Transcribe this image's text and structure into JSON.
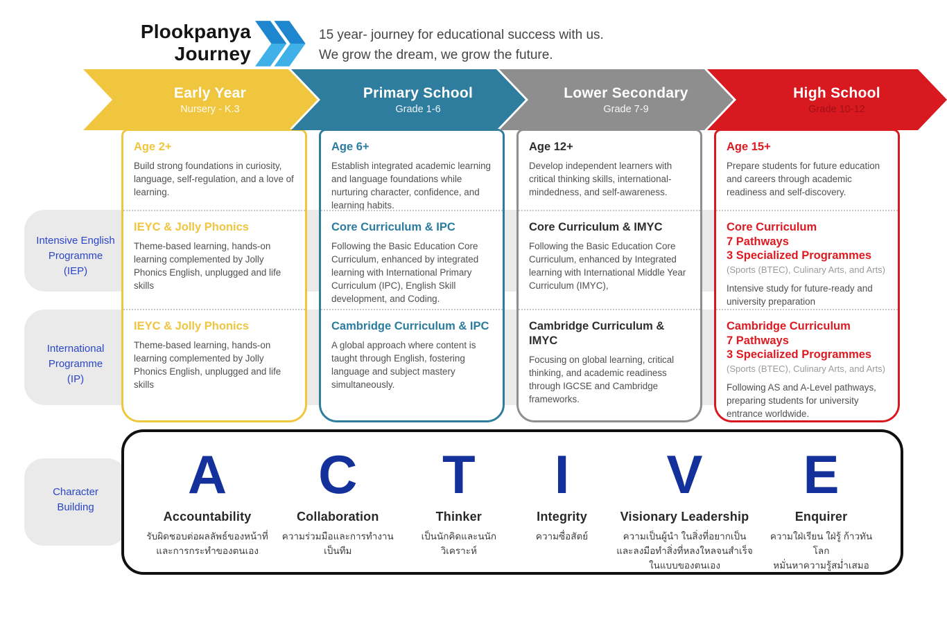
{
  "header": {
    "brand_line1": "Plookpanya",
    "brand_line2": "Journey",
    "tagline_line1": "15 year- journey for educational success with us.",
    "tagline_line2": "We grow the dream, we grow the future."
  },
  "colors": {
    "early_year_yellow": "#EFC63E",
    "primary_teal": "#2E7D9E",
    "lower_secondary_gray": "#8E8E8E",
    "high_school_red": "#D91920",
    "active_letter_navy": "#14319B",
    "sidebar_label_blue": "#2A46C8",
    "row_band_gray": "#EAEAEA",
    "chevron_blue_light": "#3FB0E8",
    "chevron_blue_dark": "#1D86CE"
  },
  "sidebar": {
    "iep_lines": [
      "Intensive English",
      "Programme",
      "(IEP)"
    ],
    "ip_lines": [
      "International",
      "Programme",
      "(IP)"
    ],
    "character_lines": [
      "Character",
      "Building"
    ]
  },
  "stages": [
    {
      "title": "Early Year",
      "subtitle": "Nursery - K.3",
      "age": {
        "heading": "Age 2+",
        "body": "Build strong foundations in curiosity, language, self-regulation, and a love of learning."
      },
      "iep": {
        "heading": "IEYC &  Jolly Phonics",
        "body": "Theme-based learning, hands-on learning complemented by Jolly Phonics English, unplugged and life skills"
      },
      "ip": {
        "heading": "IEYC &  Jolly Phonics",
        "body": "Theme-based learning, hands-on learning complemented by Jolly Phonics English, unplugged and life skills"
      }
    },
    {
      "title": "Primary School",
      "subtitle": "Grade 1-6",
      "age": {
        "heading": "Age 6+",
        "body": "Establish integrated academic learning and language foundations while nurturing character, confidence, and learning habits."
      },
      "iep": {
        "heading": "Core Curriculum & IPC",
        "body": "Following the Basic Education Core Curriculum, enhanced by integrated learning  with International Primary Curriculum (IPC), English Skill development, and Coding."
      },
      "ip": {
        "heading": "Cambridge Curriculum & IPC",
        "body": "A global approach where content is taught through English, fostering language and subject mastery simultaneously."
      }
    },
    {
      "title": "Lower Secondary",
      "subtitle": "Grade 7-9",
      "age": {
        "heading": "Age 12+",
        "body": "Develop independent learners with critical thinking skills, international-mindedness, and self-awareness."
      },
      "iep": {
        "heading": "Core Curriculum & IMYC",
        "body": "Following the Basic Education Core Curriculum, enhanced by Integrated learning  with International Middle Year Curriculum (IMYC),"
      },
      "ip": {
        "heading": "Cambridge Curriculum & IMYC",
        "body": "Focusing on global learning, critical thinking, and academic readiness through IGCSE and Cambridge frameworks."
      }
    },
    {
      "title": "High  School",
      "subtitle": "Grade 10-12",
      "age": {
        "heading": "Age 15+",
        "body": "Prepare students for future education and careers through academic readiness and self-discovery."
      },
      "iep": {
        "heading_lines": [
          "Core Curriculum",
          "7 Pathways",
          "3 Specialized Programmes"
        ],
        "subnote": "(Sports (BTEC), Culinary Arts, and Arts)",
        "body": "Intensive study for future-ready and university preparation"
      },
      "ip": {
        "heading_lines": [
          "Cambridge  Curriculum",
          "7 Pathways",
          "3 Specialized Programmes"
        ],
        "subnote": "(Sports (BTEC), Culinary Arts, and Arts)",
        "body": "Following AS and A-Level pathways, preparing students for university entrance worldwide."
      }
    }
  ],
  "character": {
    "values": [
      {
        "letter": "A",
        "name": "Accountability",
        "thai": [
          "รับผิดชอบต่อผลลัพธ์ของหน้าที่",
          "และการกระทำของตนเอง"
        ]
      },
      {
        "letter": "C",
        "name": "Collaboration",
        "thai": [
          "ความร่วมมือและการทำงานเป็นทีม"
        ]
      },
      {
        "letter": "T",
        "name": "Thinker",
        "thai": [
          "เป็นนักคิดและนนักวิเคราะห์"
        ]
      },
      {
        "letter": "I",
        "name": "Integrity",
        "thai": [
          "ความซื่อสัตย์"
        ]
      },
      {
        "letter": "V",
        "name": "Visionary  Leadership",
        "thai": [
          "ความเป็นผู้นำ ในสิ่งที่อยากเป็น",
          "และลงมือทำสิ่งที่หลงใหลจนสำเร็จ",
          "ในแบบของตนเอง"
        ]
      },
      {
        "letter": "E",
        "name": "Enquirer",
        "thai": [
          "ความใฝ่เรียน ใฝ่รู้ ก้าวทันโลก",
          "หมั่นหาความรู้สม่ำเสมอ"
        ]
      }
    ]
  }
}
